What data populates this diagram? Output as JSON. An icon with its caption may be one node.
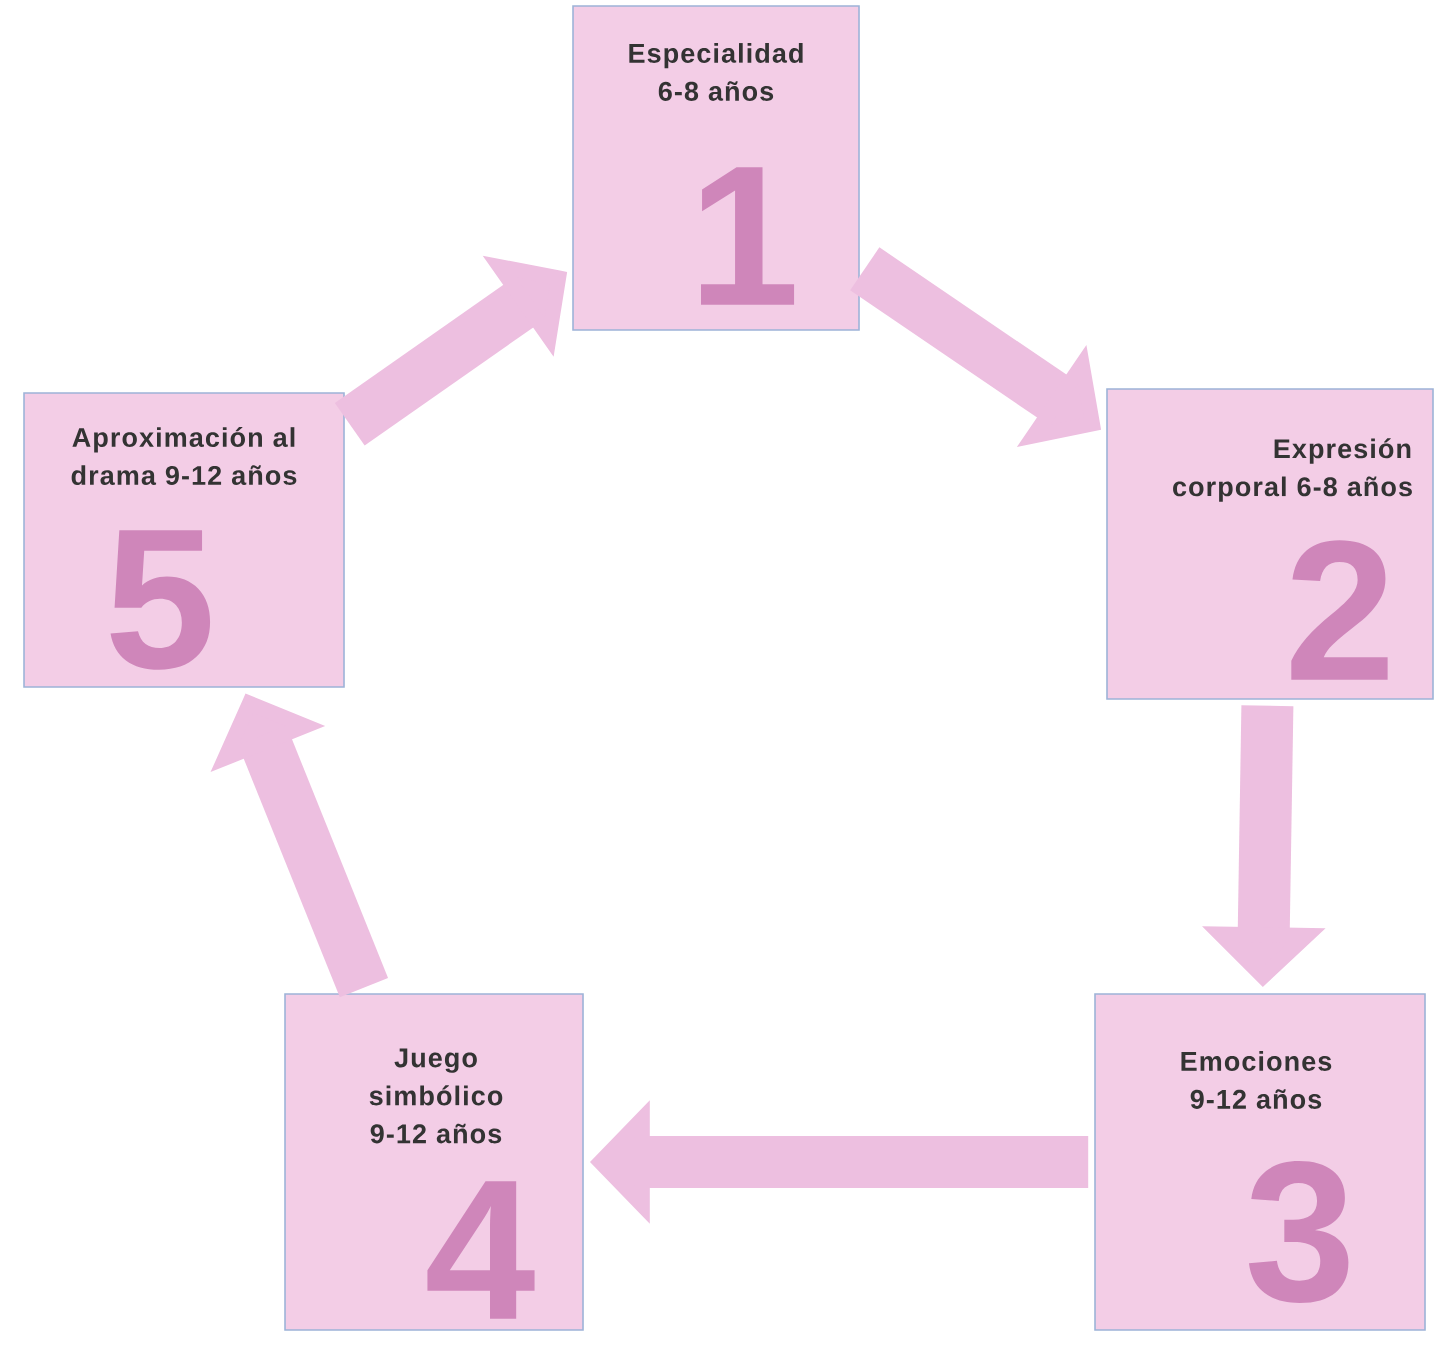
{
  "diagram": {
    "nodes": [
      {
        "text": [
          "Especialidad 6-8 años",
          "1"
        ]
      },
      {
        "text": [
          "Expresión corporal 6-8 años",
          "2"
        ]
      },
      {
        "text": [
          "Emociones 9-12 años",
          "3"
        ]
      },
      {
        "text": [
          "Juego simbólico 9-12 años",
          "4"
        ]
      },
      {
        "text": [
          "Aproximación al drama 9-12 años",
          "5"
        ]
      }
    ],
    "edges": [
      {
        "from": 0,
        "to": 1,
        "arrow": "to"
      },
      {
        "from": 1,
        "to": 2,
        "arrow": "to"
      },
      {
        "from": 2,
        "to": 3,
        "arrow": "to"
      },
      {
        "from": 3,
        "to": 4,
        "arrow": "to"
      },
      {
        "from": 4,
        "to": 0,
        "arrow": "to"
      }
    ]
  }
}
